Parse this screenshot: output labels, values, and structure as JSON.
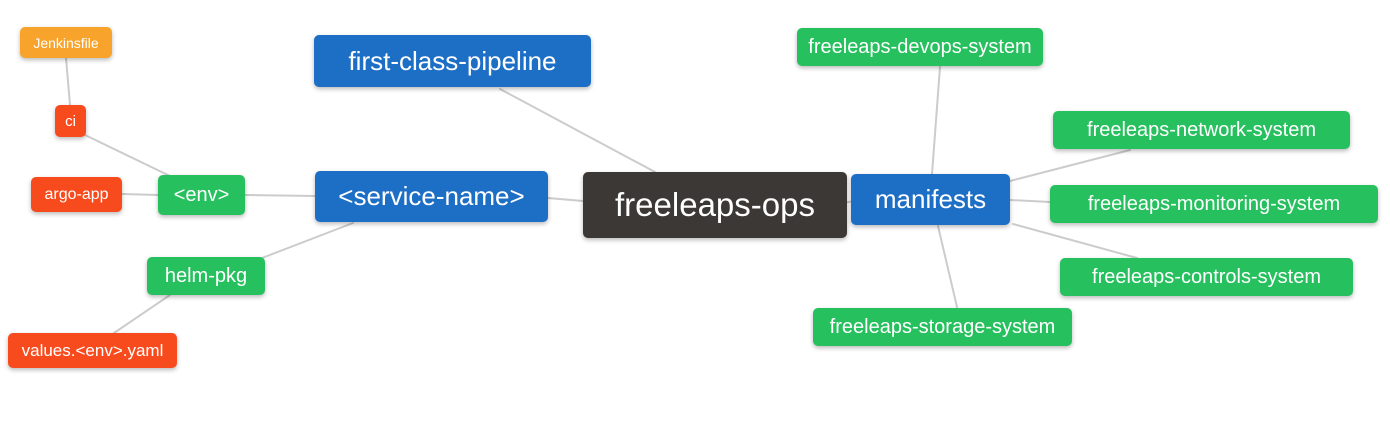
{
  "diagram": {
    "type": "mindmap",
    "background": "#ffffff",
    "edge_color": "#cccccc",
    "text_color": "#ffffff"
  },
  "palette": {
    "root": "#3b3836",
    "level1": "#1d6ec5",
    "level2": "#27c05e",
    "level3": "#f84b1d",
    "level4": "#f8a42c"
  },
  "nodes": {
    "freeleaps_ops": {
      "label": "freeleaps-ops",
      "level": 0,
      "color": "#3b3836"
    },
    "first_class_pipeline": {
      "label": "first-class-pipeline",
      "level": 1,
      "color": "#1d6ec5"
    },
    "service_name": {
      "label": "<service-name>",
      "level": 1,
      "color": "#1d6ec5"
    },
    "manifests": {
      "label": "manifests",
      "level": 1,
      "color": "#1d6ec5"
    },
    "env": {
      "label": "<env>",
      "level": 2,
      "color": "#27c05e"
    },
    "helm_pkg": {
      "label": "helm-pkg",
      "level": 2,
      "color": "#27c05e"
    },
    "ci": {
      "label": "ci",
      "level": 3,
      "color": "#f84b1d"
    },
    "argo_app": {
      "label": "argo-app",
      "level": 3,
      "color": "#f84b1d"
    },
    "values_env_yaml": {
      "label": "values.<env>.yaml",
      "level": 3,
      "color": "#f84b1d"
    },
    "jenkinsfile": {
      "label": "Jenkinsfile",
      "level": 4,
      "color": "#f8a42c"
    },
    "freeleaps_devops_system": {
      "label": "freeleaps-devops-system",
      "level": 2,
      "color": "#27c05e"
    },
    "freeleaps_network_system": {
      "label": "freeleaps-network-system",
      "level": 2,
      "color": "#27c05e"
    },
    "freeleaps_monitoring_system": {
      "label": "freeleaps-monitoring-system",
      "level": 2,
      "color": "#27c05e"
    },
    "freeleaps_controls_system": {
      "label": "freeleaps-controls-system",
      "level": 2,
      "color": "#27c05e"
    },
    "freeleaps_storage_system": {
      "label": "freeleaps-storage-system",
      "level": 2,
      "color": "#27c05e"
    }
  },
  "edges": [
    {
      "from": "jenkinsfile",
      "to": "ci"
    },
    {
      "from": "ci",
      "to": "env"
    },
    {
      "from": "argo_app",
      "to": "env"
    },
    {
      "from": "env",
      "to": "service_name"
    },
    {
      "from": "helm_pkg",
      "to": "service_name"
    },
    {
      "from": "values_env_yaml",
      "to": "helm_pkg"
    },
    {
      "from": "first_class_pipeline",
      "to": "freeleaps_ops"
    },
    {
      "from": "service_name",
      "to": "freeleaps_ops"
    },
    {
      "from": "freeleaps_ops",
      "to": "manifests"
    },
    {
      "from": "manifests",
      "to": "freeleaps_devops_system"
    },
    {
      "from": "manifests",
      "to": "freeleaps_network_system"
    },
    {
      "from": "manifests",
      "to": "freeleaps_monitoring_system"
    },
    {
      "from": "manifests",
      "to": "freeleaps_controls_system"
    },
    {
      "from": "manifests",
      "to": "freeleaps_storage_system"
    }
  ]
}
